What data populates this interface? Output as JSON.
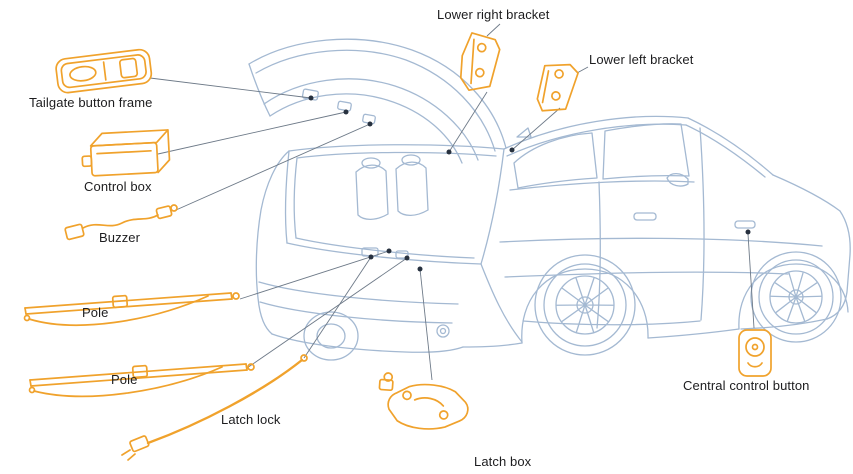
{
  "background": "#ffffff",
  "colors": {
    "car_line": "#a4b9d2",
    "part_line": "#f0a22c",
    "leader_line": "#6e7a88",
    "dot_color": "#27313f",
    "label_text": "#1d1d1f",
    "background": "#ffffff"
  },
  "diagram_type": "car-electric-tailgate-parts-diagram",
  "parts": [
    {
      "id": "tailgate-button-frame",
      "label": "Tailgate button frame"
    },
    {
      "id": "control-box",
      "label": "Control box"
    },
    {
      "id": "buzzer",
      "label": "Buzzer"
    },
    {
      "id": "pole-upper",
      "label": "Pole"
    },
    {
      "id": "pole-lower",
      "label": "Pole"
    },
    {
      "id": "latch-lock",
      "label": "Latch lock"
    },
    {
      "id": "latch-box",
      "label": "Latch box"
    },
    {
      "id": "lower-right-bracket",
      "label": "Lower right bracket"
    },
    {
      "id": "lower-left-bracket",
      "label": "Lower left bracket"
    },
    {
      "id": "central-control-button",
      "label": "Central control button"
    }
  ]
}
